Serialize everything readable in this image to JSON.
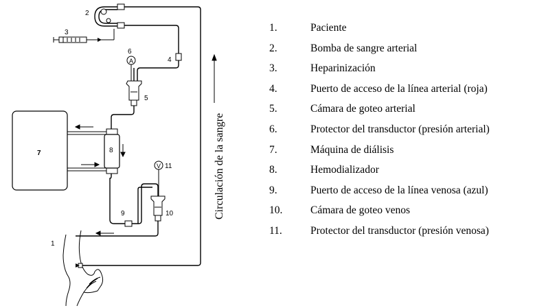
{
  "diagram": {
    "vertical_caption": "Circulación de la sangre",
    "callouts": {
      "n1": "1",
      "n2": "2",
      "n3": "3",
      "n4": "4",
      "n5": "5",
      "n6": "6",
      "n7": "7",
      "n8": "8",
      "n9": "9",
      "n10": "10",
      "n11": "11",
      "arterial_symbol": "A",
      "venous_symbol": "V"
    }
  },
  "legend": [
    {
      "num": "1.",
      "label": "Paciente"
    },
    {
      "num": "2.",
      "label": "Bomba de sangre arterial"
    },
    {
      "num": "3.",
      "label": "Heparinización"
    },
    {
      "num": "4.",
      "label": "Puerto de acceso de la línea arterial (roja)"
    },
    {
      "num": "5.",
      "label": "Cámara de goteo arterial"
    },
    {
      "num": "6.",
      "label": "Protector del transductor (presión arterial)"
    },
    {
      "num": "7.",
      "label": "Máquina de diálisis"
    },
    {
      "num": "8.",
      "label": "Hemodializador"
    },
    {
      "num": "9.",
      "label": "Puerto de acceso de la línea venosa (azul)"
    },
    {
      "num": "10.",
      "label": "Cámara de goteo venos"
    },
    {
      "num": "11.",
      "label": "Protector del transductor (presión venosa)"
    }
  ]
}
